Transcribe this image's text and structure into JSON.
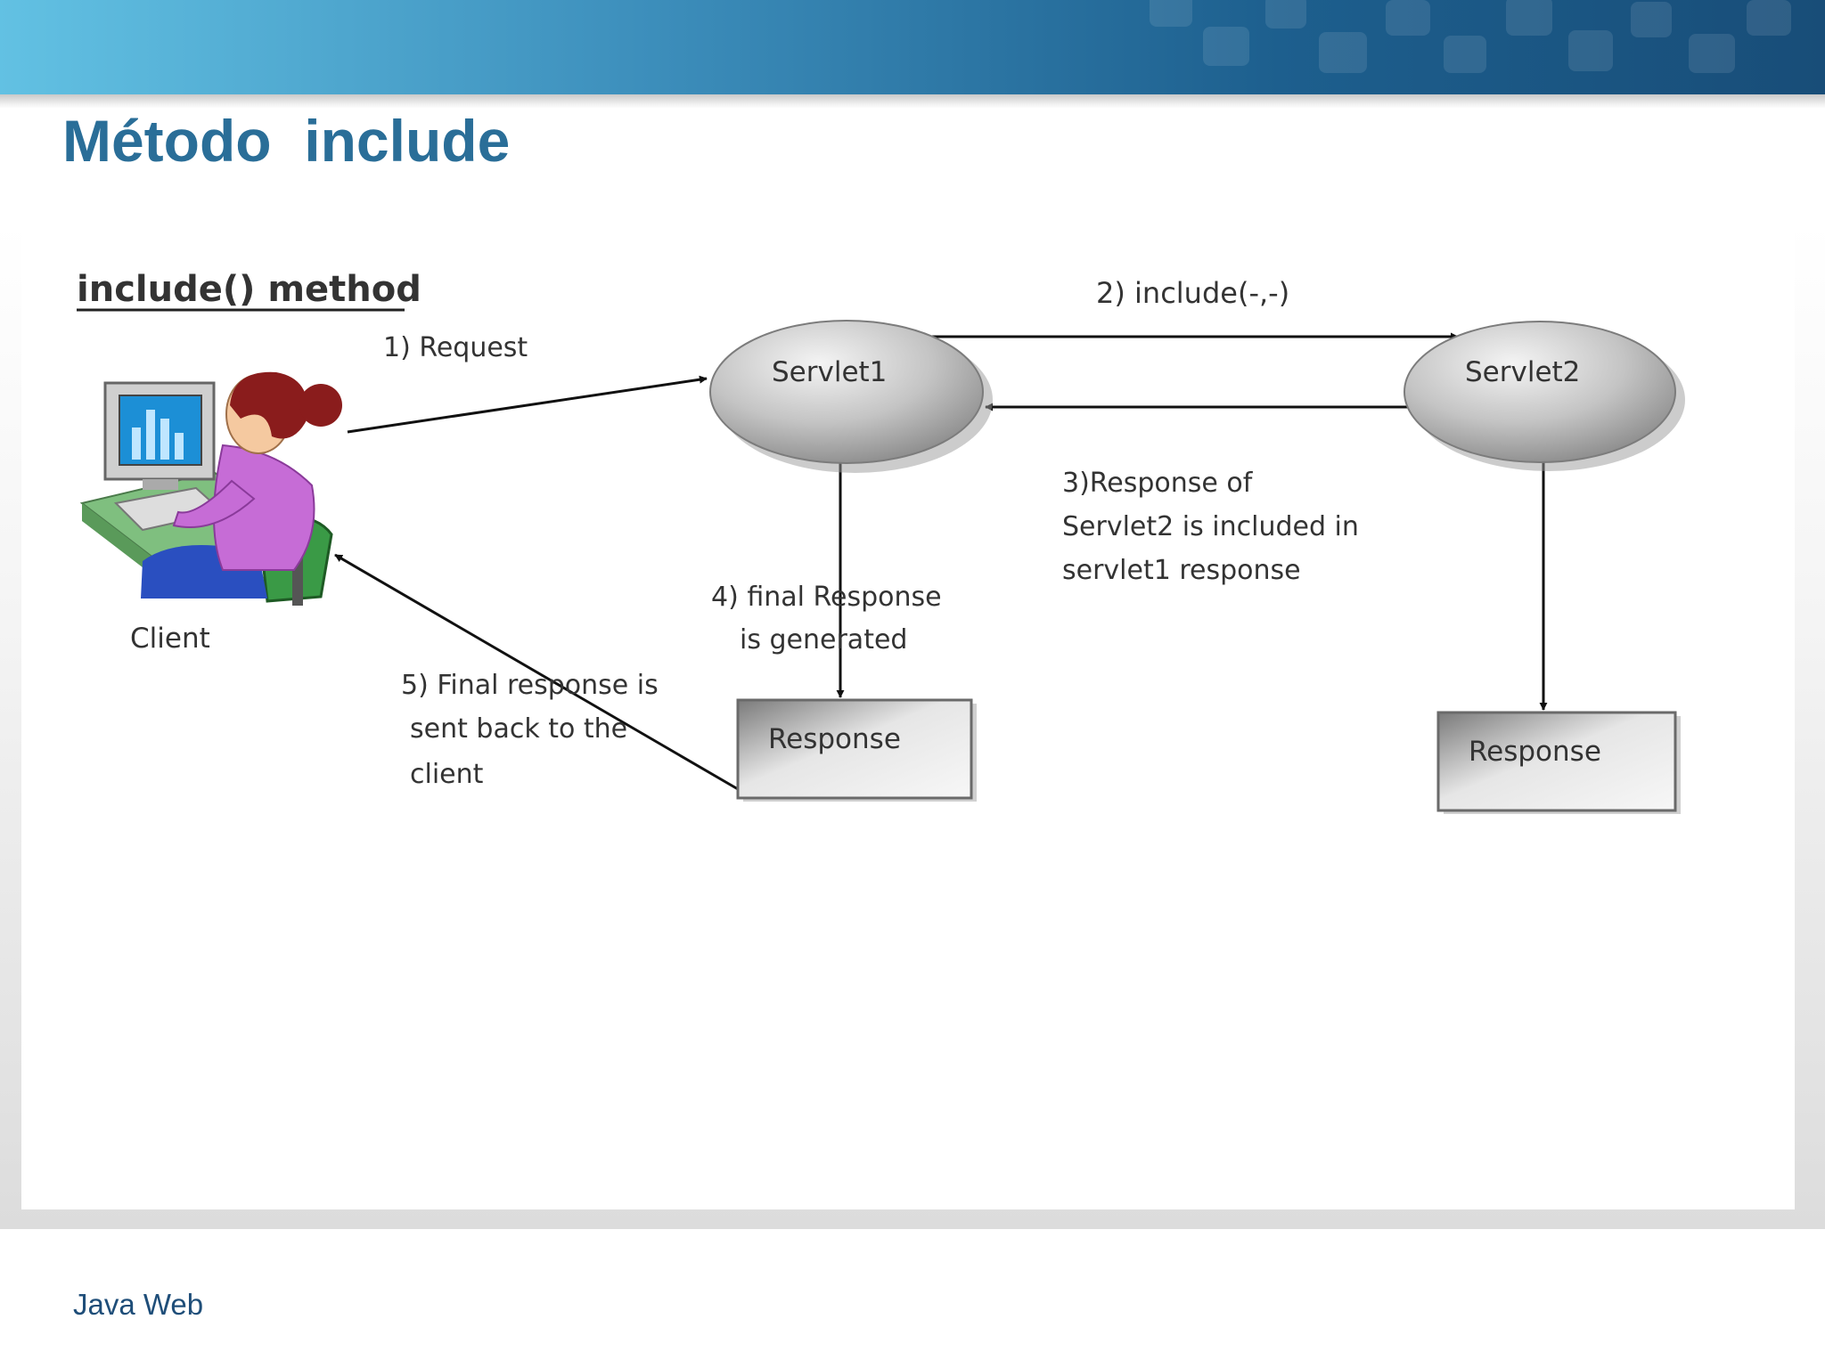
{
  "slide": {
    "title": "Método  include",
    "footer": "Java Web"
  },
  "diagram": {
    "heading": "include() method",
    "nodes": {
      "client": "Client",
      "servlet1": "Servlet1",
      "servlet2": "Servlet2",
      "response1": "Response",
      "response2": "Response"
    },
    "edges": {
      "step1": "1) Request",
      "step2": "2) include(-,-)",
      "step3": [
        "3)Response  of",
        "Servlet2 is included  in",
        "servlet1 response"
      ],
      "step4": [
        "4)  final Response",
        "is generated"
      ],
      "step5": [
        "5)  Final response  is",
        "sent back to the",
        "client"
      ]
    }
  }
}
